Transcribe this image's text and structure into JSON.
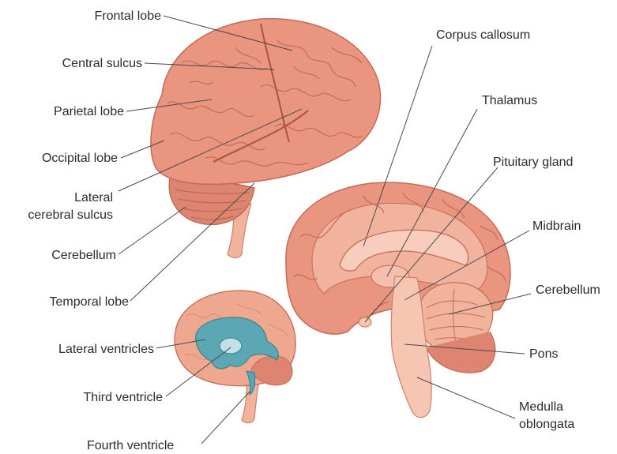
{
  "colors": {
    "brain_fill": "#e9957f",
    "brain_light": "#f2b39e",
    "brain_dark": "#c56a55",
    "cerebellum": "#dd8570",
    "stem": "#f1b39c",
    "ventricles": "#4fa9b8",
    "leader_line": "#4a4a4a",
    "text": "#2b2b2b"
  },
  "diagrams": {
    "lateral_view": {
      "labels": {
        "frontal_lobe": "Frontal lobe",
        "central_sulcus": "Central sulcus",
        "parietal_lobe": "Parietal lobe",
        "occipital_lobe": "Occipital lobe",
        "lateral_cerebral_sulcus_line1": "Lateral",
        "lateral_cerebral_sulcus_line2": "cerebral sulcus",
        "cerebellum": "Cerebellum",
        "temporal_lobe": "Temporal lobe"
      }
    },
    "sagittal_view": {
      "labels": {
        "corpus_callosum": "Corpus callosum",
        "thalamus": "Thalamus",
        "pituitary_gland": "Pituitary gland",
        "midbrain": "Midbrain",
        "cerebellum": "Cerebellum",
        "pons": "Pons",
        "medulla_line1": "Medulla",
        "medulla_line2": "oblongata"
      }
    },
    "ventricle_view": {
      "labels": {
        "lateral_ventricles": "Lateral ventricles",
        "third_ventricle": "Third ventricle",
        "fourth_ventricle": "Fourth ventricle"
      }
    }
  }
}
